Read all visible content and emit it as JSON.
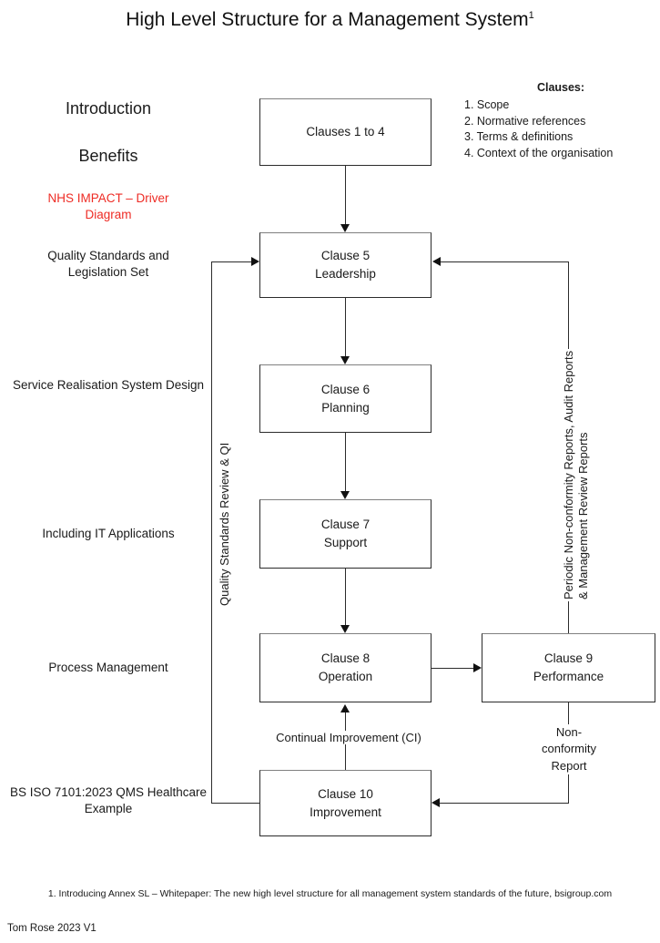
{
  "title": {
    "text": "High Level Structure for a Management System",
    "superscript": "1"
  },
  "left_labels": {
    "introduction": "Introduction",
    "benefits": "Benefits",
    "nhs_impact": "NHS IMPACT – Driver Diagram",
    "quality_standards": "Quality Standards and Legislation Set",
    "service_realisation": "Service Realisation System Design",
    "including_it": "Including IT Applications",
    "process_management": "Process Management",
    "bs_iso": "BS ISO 7101:2023 QMS Healthcare Example"
  },
  "clauses_legend": {
    "title": "Clauses:",
    "items": [
      "1. Scope",
      "2. Normative references",
      "3. Terms & definitions",
      "4. Context of the organisation"
    ]
  },
  "nodes": {
    "clauses_1_to_4": "Clauses 1 to 4",
    "clause5": "Clause 5\nLeadership",
    "clause6": "Clause 6\nPlanning",
    "clause7": "Clause 7\nSupport",
    "clause8": "Clause 8\nOperation",
    "clause9": "Clause 9\nPerformance",
    "clause10": "Clause 10\nImprovement"
  },
  "edge_labels": {
    "left_loop": "Quality Standards Review & QI",
    "right_loop_line1": "Periodic Non-conformity Reports, Audit Reports",
    "right_loop_line2": "& Management Review Reports",
    "continual_improvement": "Continual Improvement (CI)",
    "non_conformity_report": "Non-conformity Report"
  },
  "footer": {
    "footnote": "1. Introducing Annex SL – Whitepaper: The new high level structure for all management system standards of the future, bsigroup.com",
    "credit": "Tom Rose 2023 V1"
  },
  "colors": {
    "accent_red": "#ee2b24",
    "line": "#2b2b2b",
    "text": "#1a1a1a"
  }
}
